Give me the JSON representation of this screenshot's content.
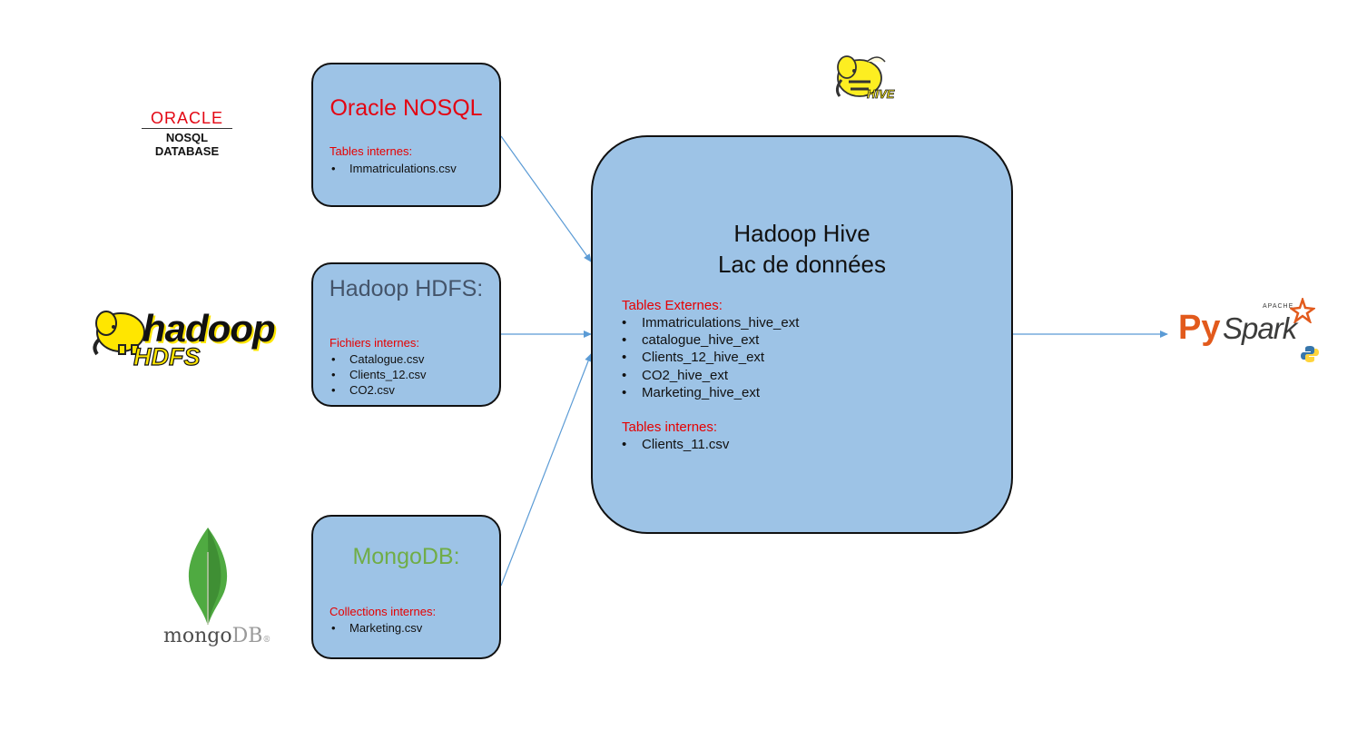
{
  "logos": {
    "oracle_word": "ORACLE",
    "oracle_line1": "NOSQL",
    "oracle_line2": "DATABASE",
    "hadoop_word": "hadoop",
    "hdfs_word": "HDFS",
    "mongo_word": "mongo",
    "mongo_db": "DB",
    "hive_word": "HIVE",
    "pyspark_py": "Py",
    "pyspark_spark": "Spark",
    "pyspark_apache": "APACHE"
  },
  "oracle_box": {
    "title": "Oracle NOSQL",
    "subtitle": "Tables internes:",
    "items": [
      "Immatriculations.csv"
    ]
  },
  "hdfs_box": {
    "title": "Hadoop HDFS:",
    "subtitle": "Fichiers internes:",
    "items": [
      "Catalogue.csv",
      "Clients_12.csv",
      "CO2.csv"
    ]
  },
  "mongo_box": {
    "title": "MongoDB:",
    "subtitle": "Collections internes:",
    "items": [
      "Marketing.csv"
    ]
  },
  "hive_box": {
    "title_line1": "Hadoop Hive",
    "title_line2": "Lac de données",
    "external_label": "Tables Externes:",
    "external_items": [
      "Immatriculations_hive_ext",
      "catalogue_hive_ext",
      "Clients_12_hive_ext",
      "CO2_hive_ext",
      "Marketing_hive_ext"
    ],
    "internal_label": "Tables internes:",
    "internal_items": [
      "Clients_11.csv"
    ]
  },
  "colors": {
    "box_fill": "#9dc3e6",
    "oracle_red": "#e30613",
    "hdfs_slate": "#44546a",
    "mongo_green": "#70ad47",
    "arrow_blue": "#5b9bd5",
    "spark_orange": "#e25a1c",
    "python_blue": "#3776ab",
    "python_yellow": "#ffd43b"
  }
}
